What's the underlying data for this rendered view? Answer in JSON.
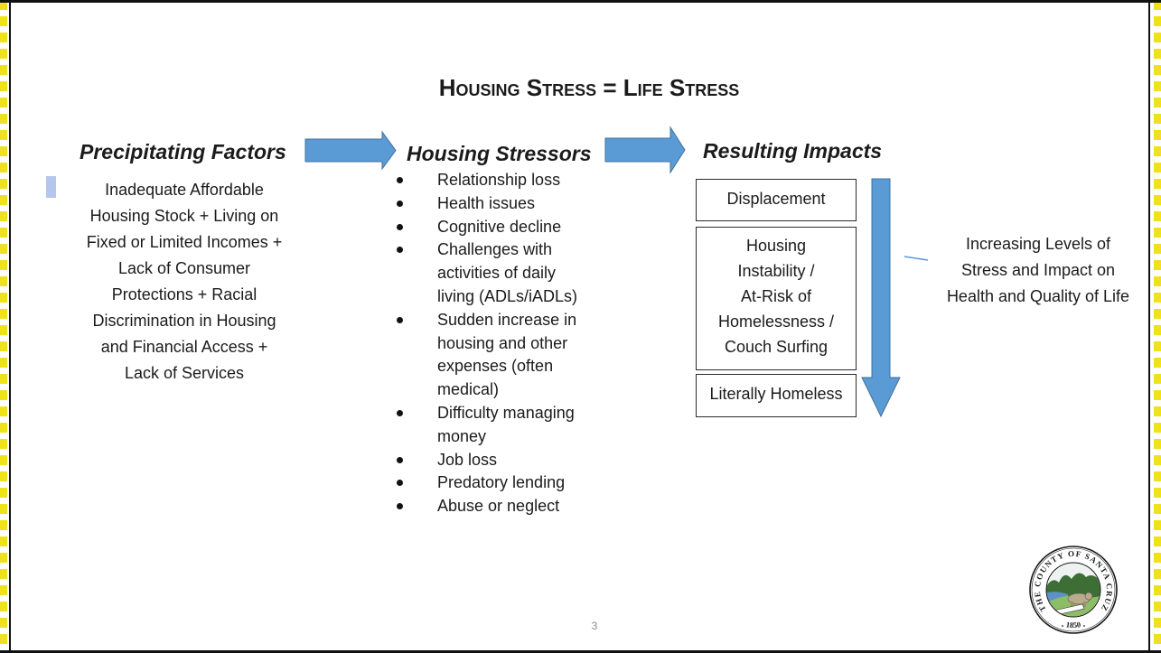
{
  "slide": {
    "title": "Housing Stress = Life Stress",
    "page_number": "3"
  },
  "columns": {
    "precipitating": {
      "heading": "Precipitating Factors",
      "lines": [
        "Inadequate Affordable",
        "Housing Stock + Living on",
        "Fixed or Limited Incomes +",
        "Lack of Consumer",
        "Protections + Racial",
        "Discrimination in Housing",
        "and Financial Access +",
        "Lack of Services"
      ]
    },
    "stressors": {
      "heading": "Housing Stressors",
      "items": [
        {
          "lines": [
            "Relationship loss"
          ]
        },
        {
          "lines": [
            "Health issues"
          ]
        },
        {
          "lines": [
            "Cognitive decline"
          ]
        },
        {
          "lines": [
            "Challenges with",
            "activities of daily",
            "living (ADLs/iADLs)"
          ]
        },
        {
          "lines": [
            "Sudden increase in",
            "housing and other",
            "expenses (often",
            "medical)"
          ]
        },
        {
          "lines": [
            "Difficulty managing",
            "money"
          ]
        },
        {
          "lines": [
            "Job loss"
          ]
        },
        {
          "lines": [
            "Predatory lending"
          ]
        },
        {
          "lines": [
            "Abuse or neglect"
          ]
        }
      ]
    },
    "impacts": {
      "heading": "Resulting Impacts",
      "boxes": [
        {
          "lines": [
            "Displacement"
          ]
        },
        {
          "lines": [
            "Housing",
            "Instability /",
            "At-Risk of",
            "Homelessness /",
            "Couch Surfing"
          ]
        },
        {
          "lines": [
            "Literally Homeless"
          ]
        }
      ]
    }
  },
  "trend_note": {
    "lines": [
      "Increasing Levels of",
      "Stress and Impact on",
      "Health and Quality of Life"
    ]
  },
  "seal": {
    "ring_text": "THE COUNTY OF SANTA CRUZ",
    "year": "1850"
  },
  "colors": {
    "arrow_fill": "#5b9bd5",
    "arrow_outline": "#41719c"
  },
  "icons": {
    "flow_arrow": "right-arrow-icon",
    "trend_arrow": "down-arrow-icon"
  }
}
